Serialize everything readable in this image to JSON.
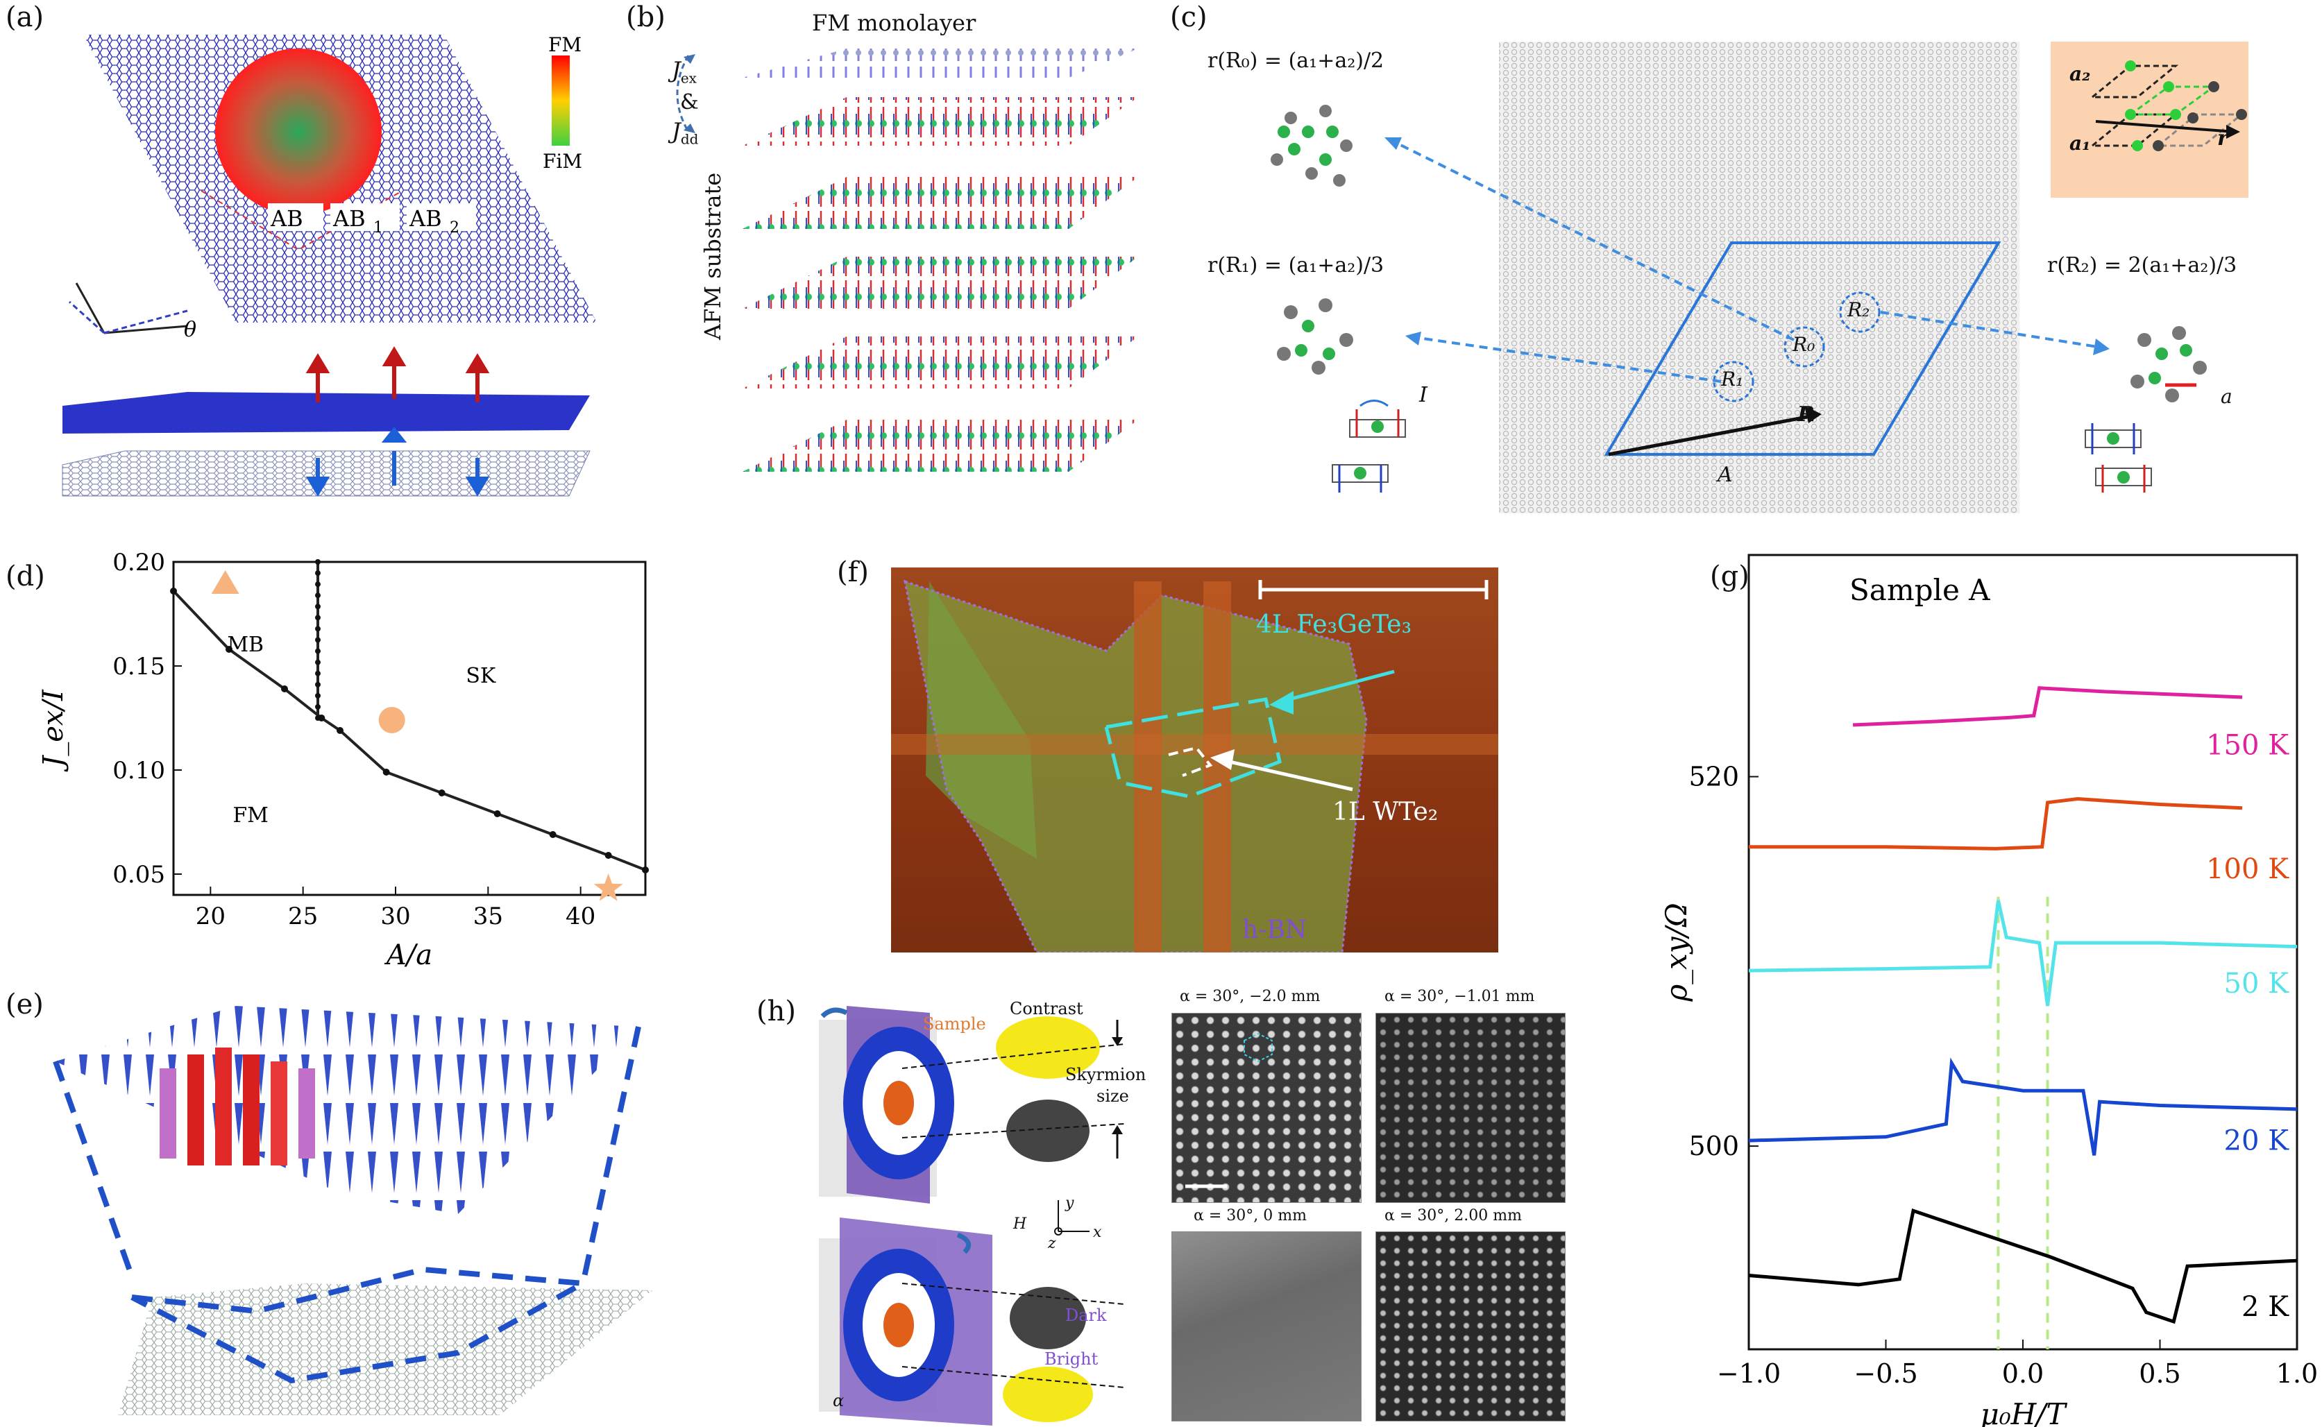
{
  "panels": {
    "a": {
      "label": "(a)",
      "colorbar_top": "FM",
      "colorbar_bottom": "FiM",
      "site_ab": "AB",
      "site_ab1": "AB",
      "site_ab1_sub": "1",
      "site_ab2": "AB",
      "site_ab2_sub": "2",
      "angle": "θ"
    },
    "b": {
      "label": "(b)",
      "title": "FM monolayer",
      "jex": "J",
      "jex_sub": "ex",
      "amp": "&",
      "jdd": "J",
      "jdd_sub": "dd",
      "substrate": "AFM substrate"
    },
    "c": {
      "label": "(c)",
      "eq_r0": "r(R₀) = (a₁+a₂)/2",
      "eq_r1": "r(R₁) = (a₁+a₂)/3",
      "eq_r2": "r(R₂) = 2(a₁+a₂)/3",
      "site_r0": "R₀",
      "site_r1": "R₁",
      "site_r2": "R₂",
      "vec_R": "R",
      "vec_A": "A",
      "inset_a1": "a₁",
      "inset_a2": "a₂",
      "inset_r": "r",
      "label_I": "I",
      "label_a": "a"
    },
    "d": {
      "label": "(d)",
      "region_mb": "MB",
      "region_sk": "SK",
      "region_fm": "FM"
    },
    "e": {
      "label": "(e)"
    },
    "f": {
      "label": "(f)",
      "fgt": "4L Fe₃GeTe₃",
      "wte2": "1L WTe₂",
      "hbn": "h-BN"
    },
    "g": {
      "label": "(g)"
    },
    "h": {
      "label": "(h)",
      "sample": "Sample",
      "contrast": "Contrast",
      "skyrmion": "Skyrmion",
      "size": "size",
      "dark": "Dark",
      "bright": "Bright",
      "alpha": "α",
      "axis_h": "H",
      "axis_y": "y",
      "axis_x": "x",
      "axis_z": "z",
      "img1": "α = 30°, −2.0 mm",
      "img2": "α = 30°, −1.01 mm",
      "img3": "α = 30°, 0 mm",
      "img4": "α = 30°, 2.00 mm"
    }
  },
  "chart_data": [
    {
      "panel": "d",
      "type": "line",
      "xlabel": "A/a",
      "ylabel": "J_ex/I",
      "xlim": [
        18,
        43.5
      ],
      "ylim": [
        0.04,
        0.2
      ],
      "xticks": [
        20,
        25,
        30,
        35,
        40
      ],
      "yticks": [
        0.05,
        0.1,
        0.15,
        0.2
      ],
      "ytick_labels": [
        "0.05",
        "0.10",
        "0.15",
        "0.20"
      ],
      "series": [
        {
          "x": [
            18,
            21.0,
            24.0,
            26.0,
            27.0,
            29.5,
            32.5,
            35.5,
            38.5,
            41.5,
            43.5
          ],
          "y": [
            0.186,
            0.158,
            0.139,
            0.125,
            0.119,
            0.099,
            0.089,
            0.079,
            0.069,
            0.059,
            0.052
          ]
        },
        {
          "x": [
            25.8,
            25.8
          ],
          "y": [
            0.125,
            0.2
          ]
        }
      ],
      "markers": [
        {
          "shape": "triangle",
          "x": 20.8,
          "y": 0.19,
          "color": "#f6b37e"
        },
        {
          "shape": "circle",
          "x": 29.8,
          "y": 0.124,
          "color": "#f6b37e"
        },
        {
          "shape": "star",
          "x": 41.5,
          "y": 0.043,
          "color": "#f6b37e"
        }
      ]
    },
    {
      "panel": "g",
      "type": "line",
      "title": "Sample A",
      "xlabel": "μ₀H/T",
      "ylabel": "ρ_xy/Ω",
      "xlim": [
        -1.0,
        1.0
      ],
      "ylim": [
        489,
        532
      ],
      "xticks": [
        -1.0,
        -0.5,
        0.0,
        0.5,
        1.0
      ],
      "xtick_labels": [
        "−1.0",
        "−0.5",
        "0.0",
        "0.5",
        "1.0"
      ],
      "yticks": [
        500,
        520
      ],
      "vlines": [
        -0.09,
        0.09
      ],
      "series": [
        {
          "name": "150 K",
          "color": "#e0219e",
          "x": [
            -0.62,
            -0.3,
            -0.05,
            0.04,
            0.06,
            0.3,
            0.8
          ],
          "y": [
            522.8,
            523.0,
            523.2,
            523.3,
            524.8,
            524.6,
            524.3
          ]
        },
        {
          "name": "100 K",
          "color": "#e04a12",
          "x": [
            -1.0,
            -0.5,
            -0.1,
            0.07,
            0.09,
            0.2,
            0.5,
            0.8
          ],
          "y": [
            516.2,
            516.2,
            516.1,
            516.2,
            518.6,
            518.8,
            518.5,
            518.3
          ]
        },
        {
          "name": "50 K",
          "color": "#55e3ea",
          "x": [
            -1.0,
            -0.5,
            -0.12,
            -0.09,
            -0.06,
            0.06,
            0.09,
            0.12,
            0.5,
            1.0
          ],
          "y": [
            509.5,
            509.6,
            509.7,
            513.3,
            511.3,
            511.0,
            507.6,
            511.0,
            511.0,
            510.8
          ]
        },
        {
          "name": "20 K",
          "color": "#1646cf",
          "x": [
            -1.0,
            -0.5,
            -0.28,
            -0.26,
            -0.22,
            0.0,
            0.22,
            0.26,
            0.28,
            0.5,
            1.0
          ],
          "y": [
            500.3,
            500.5,
            501.2,
            504.5,
            503.5,
            503.0,
            503.0,
            499.5,
            502.4,
            502.2,
            502.0
          ]
        },
        {
          "name": "2 K",
          "color": "#000000",
          "x": [
            -1.0,
            -0.6,
            -0.45,
            -0.4,
            -0.2,
            0.1,
            0.4,
            0.45,
            0.55,
            0.6,
            1.0
          ],
          "y": [
            493.0,
            492.5,
            492.8,
            496.5,
            495.5,
            494.0,
            492.3,
            491.0,
            490.5,
            493.5,
            493.8
          ]
        }
      ]
    }
  ]
}
